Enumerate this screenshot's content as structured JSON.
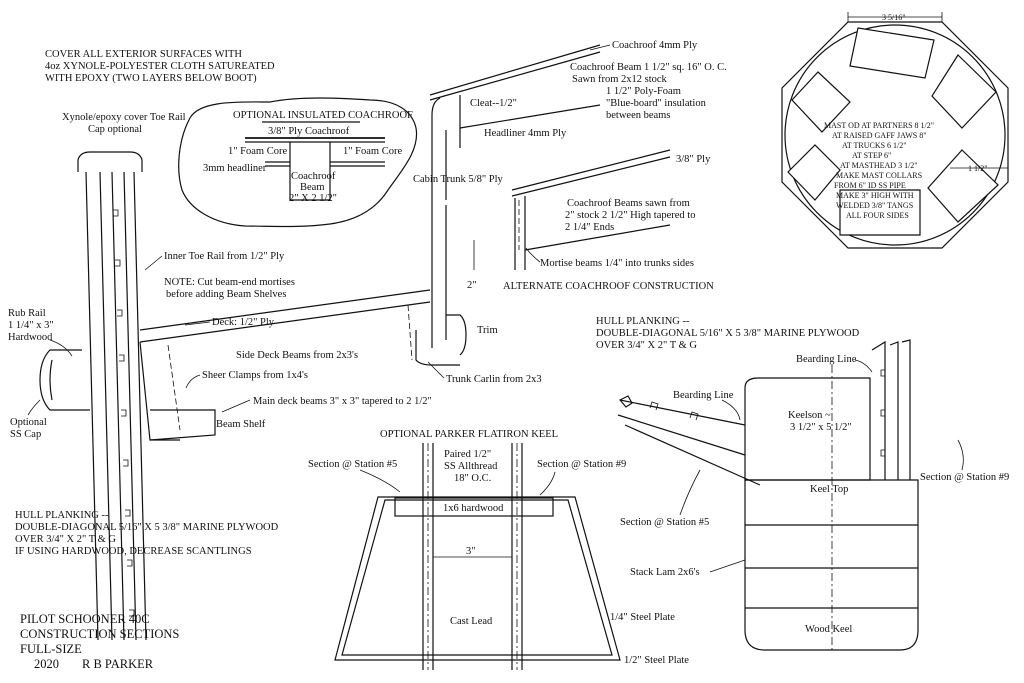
{
  "notes": {
    "cover_line1": "COVER ALL EXTERIOR SURFACES WITH",
    "cover_line2": "4oz XYNOLE-POLYESTER CLOTH SATUREATED",
    "cover_line3": "WITH EPOXY (TWO LAYERS BELOW BOOT)"
  },
  "coachroof_insulated": {
    "title": "OPTIONAL INSULATED COACHROOF",
    "ply": "3/8\" Ply Coachroof",
    "foam_left": "1\" Foam Core",
    "foam_right": "1\" Foam Core",
    "headliner": "3mm headliner",
    "beam1": "Coachroof",
    "beam2": "Beam",
    "beam3": "2\" X 2 1/2\""
  },
  "coachroof": {
    "ply_4mm": "Coachroof 4mm Ply",
    "beam1": "Coachroof Beam 1 1/2\" sq. 16\" O. C.",
    "beam2": "Sawn from 2x12 stock",
    "foam1": "1 1/2\" Poly-Foam",
    "foam2": "\"Blue-board\" insulation",
    "foam3": "between beams",
    "cleat": "Cleat--1/2\"",
    "headliner": "Headliner 4mm Ply",
    "trunk": "Cabin Trunk 5/8\" Ply",
    "ply_38": "3/8\" Ply",
    "alt1": "Coachroof Beams sawn from",
    "alt2": "2\" stock 2 1/2\" High tapered to",
    "alt3": "2 1/4\" Ends",
    "mortise": "Mortise beams 1/4\" into trunks sides",
    "dim_2": "2\"",
    "alt_title": "ALTERNATE COACHROOF CONSTRUCTION",
    "trim": "Trim",
    "carlin": "Trunk Carlin from 2x3"
  },
  "hull_section": {
    "toerail1": "Xynole/epoxy cover Toe Rail",
    "toerail2": "Cap optional",
    "inner_toerail": "Inner Toe Rail from 1/2\" Ply",
    "note1": "NOTE: Cut beam-end mortises",
    "note2": "before adding Beam Shelves",
    "rubrail1": "Rub Rail",
    "rubrail2": "1 1/4\" x 3\"",
    "rubrail3": "Hardwood",
    "deck": "Deck: 1/2\" Ply",
    "side_deck": "Side Deck Beams from 2x3's",
    "sheer": "Sheer Clamps from 1x4's",
    "main_beams": "Main deck beams  3\" x 3\" tapered to 2 1/2\"",
    "ss_cap1": "Optional",
    "ss_cap2": "SS Cap",
    "beam_shelf": "Beam Shelf"
  },
  "hull_planking_left": {
    "line1": "HULL PLANKING --",
    "line2": "DOUBLE-DIAGONAL 5/16\" X 5 3/8\" MARINE PLYWOOD",
    "line3": "OVER 3/4\" X 2\" T & G",
    "line4": "IF USING HARDWOOD, DECREASE SCANTLINGS"
  },
  "title_block": {
    "line1": "PILOT SCHOONER 40C",
    "line2": "CONSTRUCTION SECTIONS",
    "line3": "FULL-SIZE",
    "year": "2020",
    "author": "R B PARKER"
  },
  "flatiron": {
    "title": "OPTIONAL PARKER FLATIRON KEEL",
    "st5": "Section @ Station #5",
    "st9": "Section @ Station #9",
    "allthread1": "Paired 1/2\"",
    "allthread2": "SS Allthread",
    "allthread3": "18\" O.C.",
    "hardwood": "1x6 hardwood",
    "dim_3": "3\"",
    "lead": "Cast Lead",
    "plate_14": "1/4\" Steel Plate",
    "plate_12": "1/2\" Steel Plate"
  },
  "mast": {
    "dim_top": "3 5/16\"",
    "dim_side": "1 1/2\"",
    "l1": "MAST OD AT PARTNERS  8 1/2\"",
    "l2": "AT RAISED GAFF JAWS 8\"",
    "l3": "AT TRUCKS 6 1/2\"",
    "l4": "AT STEP 6\"",
    "l5": "AT MASTHEAD 3 1/2\"",
    "l6": "MAKE MAST COLLARS",
    "l7": "FROM 6\" ID SS PIPE",
    "l8": "MAKE 3\" HIGH WITH",
    "l9": "WELDED 3/8\" TANGS",
    "l10": "ALL FOUR SIDES"
  },
  "keel_section": {
    "planking1": "HULL PLANKING --",
    "planking2": "DOUBLE-DIAGONAL 5/16\" X 5 3/8\" MARINE PLYWOOD",
    "planking3": "OVER 3/4\" X 2\" T & G",
    "bearding_top": "Bearding Line",
    "bearding_left": "Bearding Line",
    "keelson1": "Keelson ~",
    "keelson2": "3 1/2\" x 5 1/2\"",
    "keel_top": "Keel Top",
    "st9": "Section @ Station #9",
    "st5": "Section @ Station #5",
    "stack": "Stack Lam 2x6's",
    "wood_keel": "Wood  Keel"
  }
}
